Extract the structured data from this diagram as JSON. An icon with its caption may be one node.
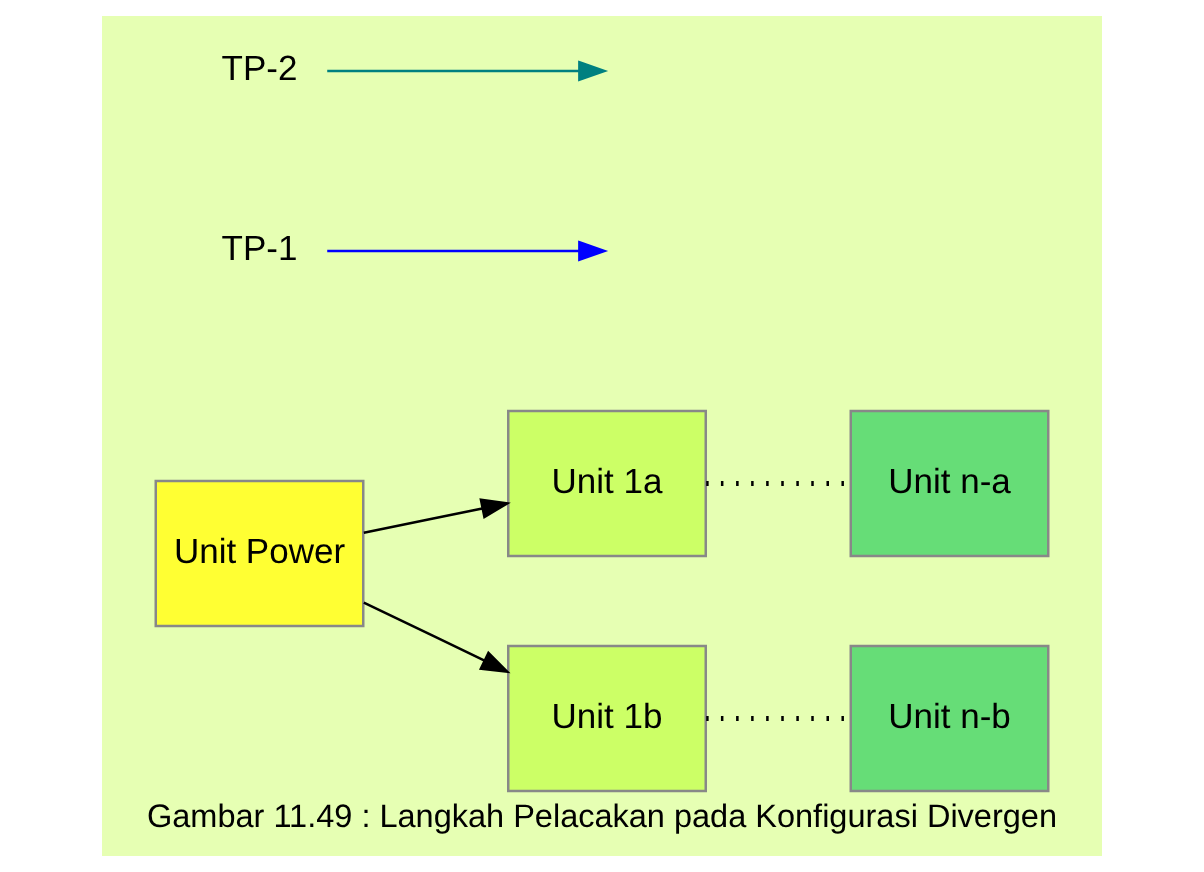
{
  "diagram": {
    "caption": "Gambar 11.49 : Langkah Pelacakan pada Konfigurasi Divergen",
    "nodes": [
      {
        "text": [
          "Unit Power"
        ]
      },
      {
        "text": [
          "Unit 1a"
        ]
      },
      {
        "text": [
          "Unit 1b"
        ]
      },
      {
        "text": [
          "Unit n-a"
        ]
      },
      {
        "text": [
          "Unit n-b"
        ]
      },
      {
        "text": [
          "TP-1"
        ]
      },
      {
        "text": [
          "TP-2"
        ]
      }
    ],
    "edges": [
      {
        "from": 0,
        "to": 1,
        "arrow": "to"
      },
      {
        "from": 0,
        "to": 2,
        "arrow": "to"
      },
      {
        "from": 1,
        "to": 3,
        "arrow": "none",
        "style": "dashed"
      },
      {
        "from": 2,
        "to": 4,
        "arrow": "none",
        "style": "dashed"
      },
      {
        "from": 5,
        "to": null,
        "arrow": "to",
        "color": "#0000ff"
      },
      {
        "from": 6,
        "to": null,
        "arrow": "to",
        "color": "#008080"
      }
    ]
  }
}
